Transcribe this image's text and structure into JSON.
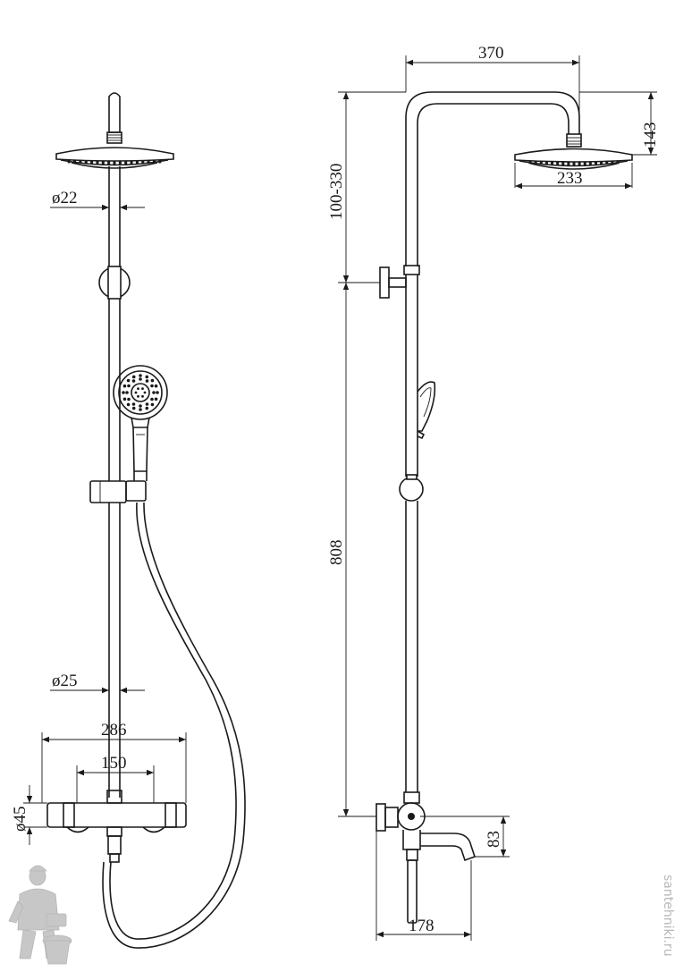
{
  "colors": {
    "line": "#1a1a1a",
    "watermark": "#b8b8b8",
    "background": "#ffffff"
  },
  "dimensions": {
    "front_pipe_upper_dia": "ø22",
    "front_pipe_lower_dia": "ø25",
    "mixer_width": "286",
    "inlet_spacing": "150",
    "mixer_height": "ø45",
    "arm_length": "370",
    "head_drop": "143",
    "head_diameter": "233",
    "height_adjust": "100-330",
    "rail_length": "808",
    "spout_height": "83",
    "spout_reach": "178"
  },
  "watermark": "santehniki.ru",
  "icons": {
    "mascot": "plumber-mascot-icon"
  }
}
